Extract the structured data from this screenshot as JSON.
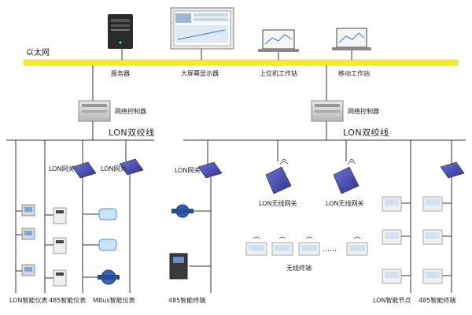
{
  "ethernet": {
    "label": "以太网",
    "color": "#f3ea35"
  },
  "top_devices": {
    "server": "服务器",
    "big_screen": "大屏幕显示器",
    "upper_pc": "上位机工作站",
    "mobile": "移动工作站"
  },
  "controllers": {
    "left": "网络控制器",
    "right": "网络控制器"
  },
  "buses": {
    "left": "LON双绞线",
    "right": "LON双绞线"
  },
  "gateways": {
    "g1": "LON网关",
    "g2": "LON网关",
    "g3": "LON网关",
    "w1": "LON无线网关",
    "w2": "LON无线网关"
  },
  "bottom_labels": {
    "lon_meter": "LON智能仪表",
    "m485": "485智能仪表",
    "mbus": "MBus智能仪表",
    "t485_left": "485智能终端",
    "wireless": "无线终端",
    "lon_node": "LON智能节点",
    "t485_right": "485智能终端"
  },
  "dots": "……",
  "colors": {
    "gateway": "#4a4fb8",
    "line": "#333333"
  }
}
